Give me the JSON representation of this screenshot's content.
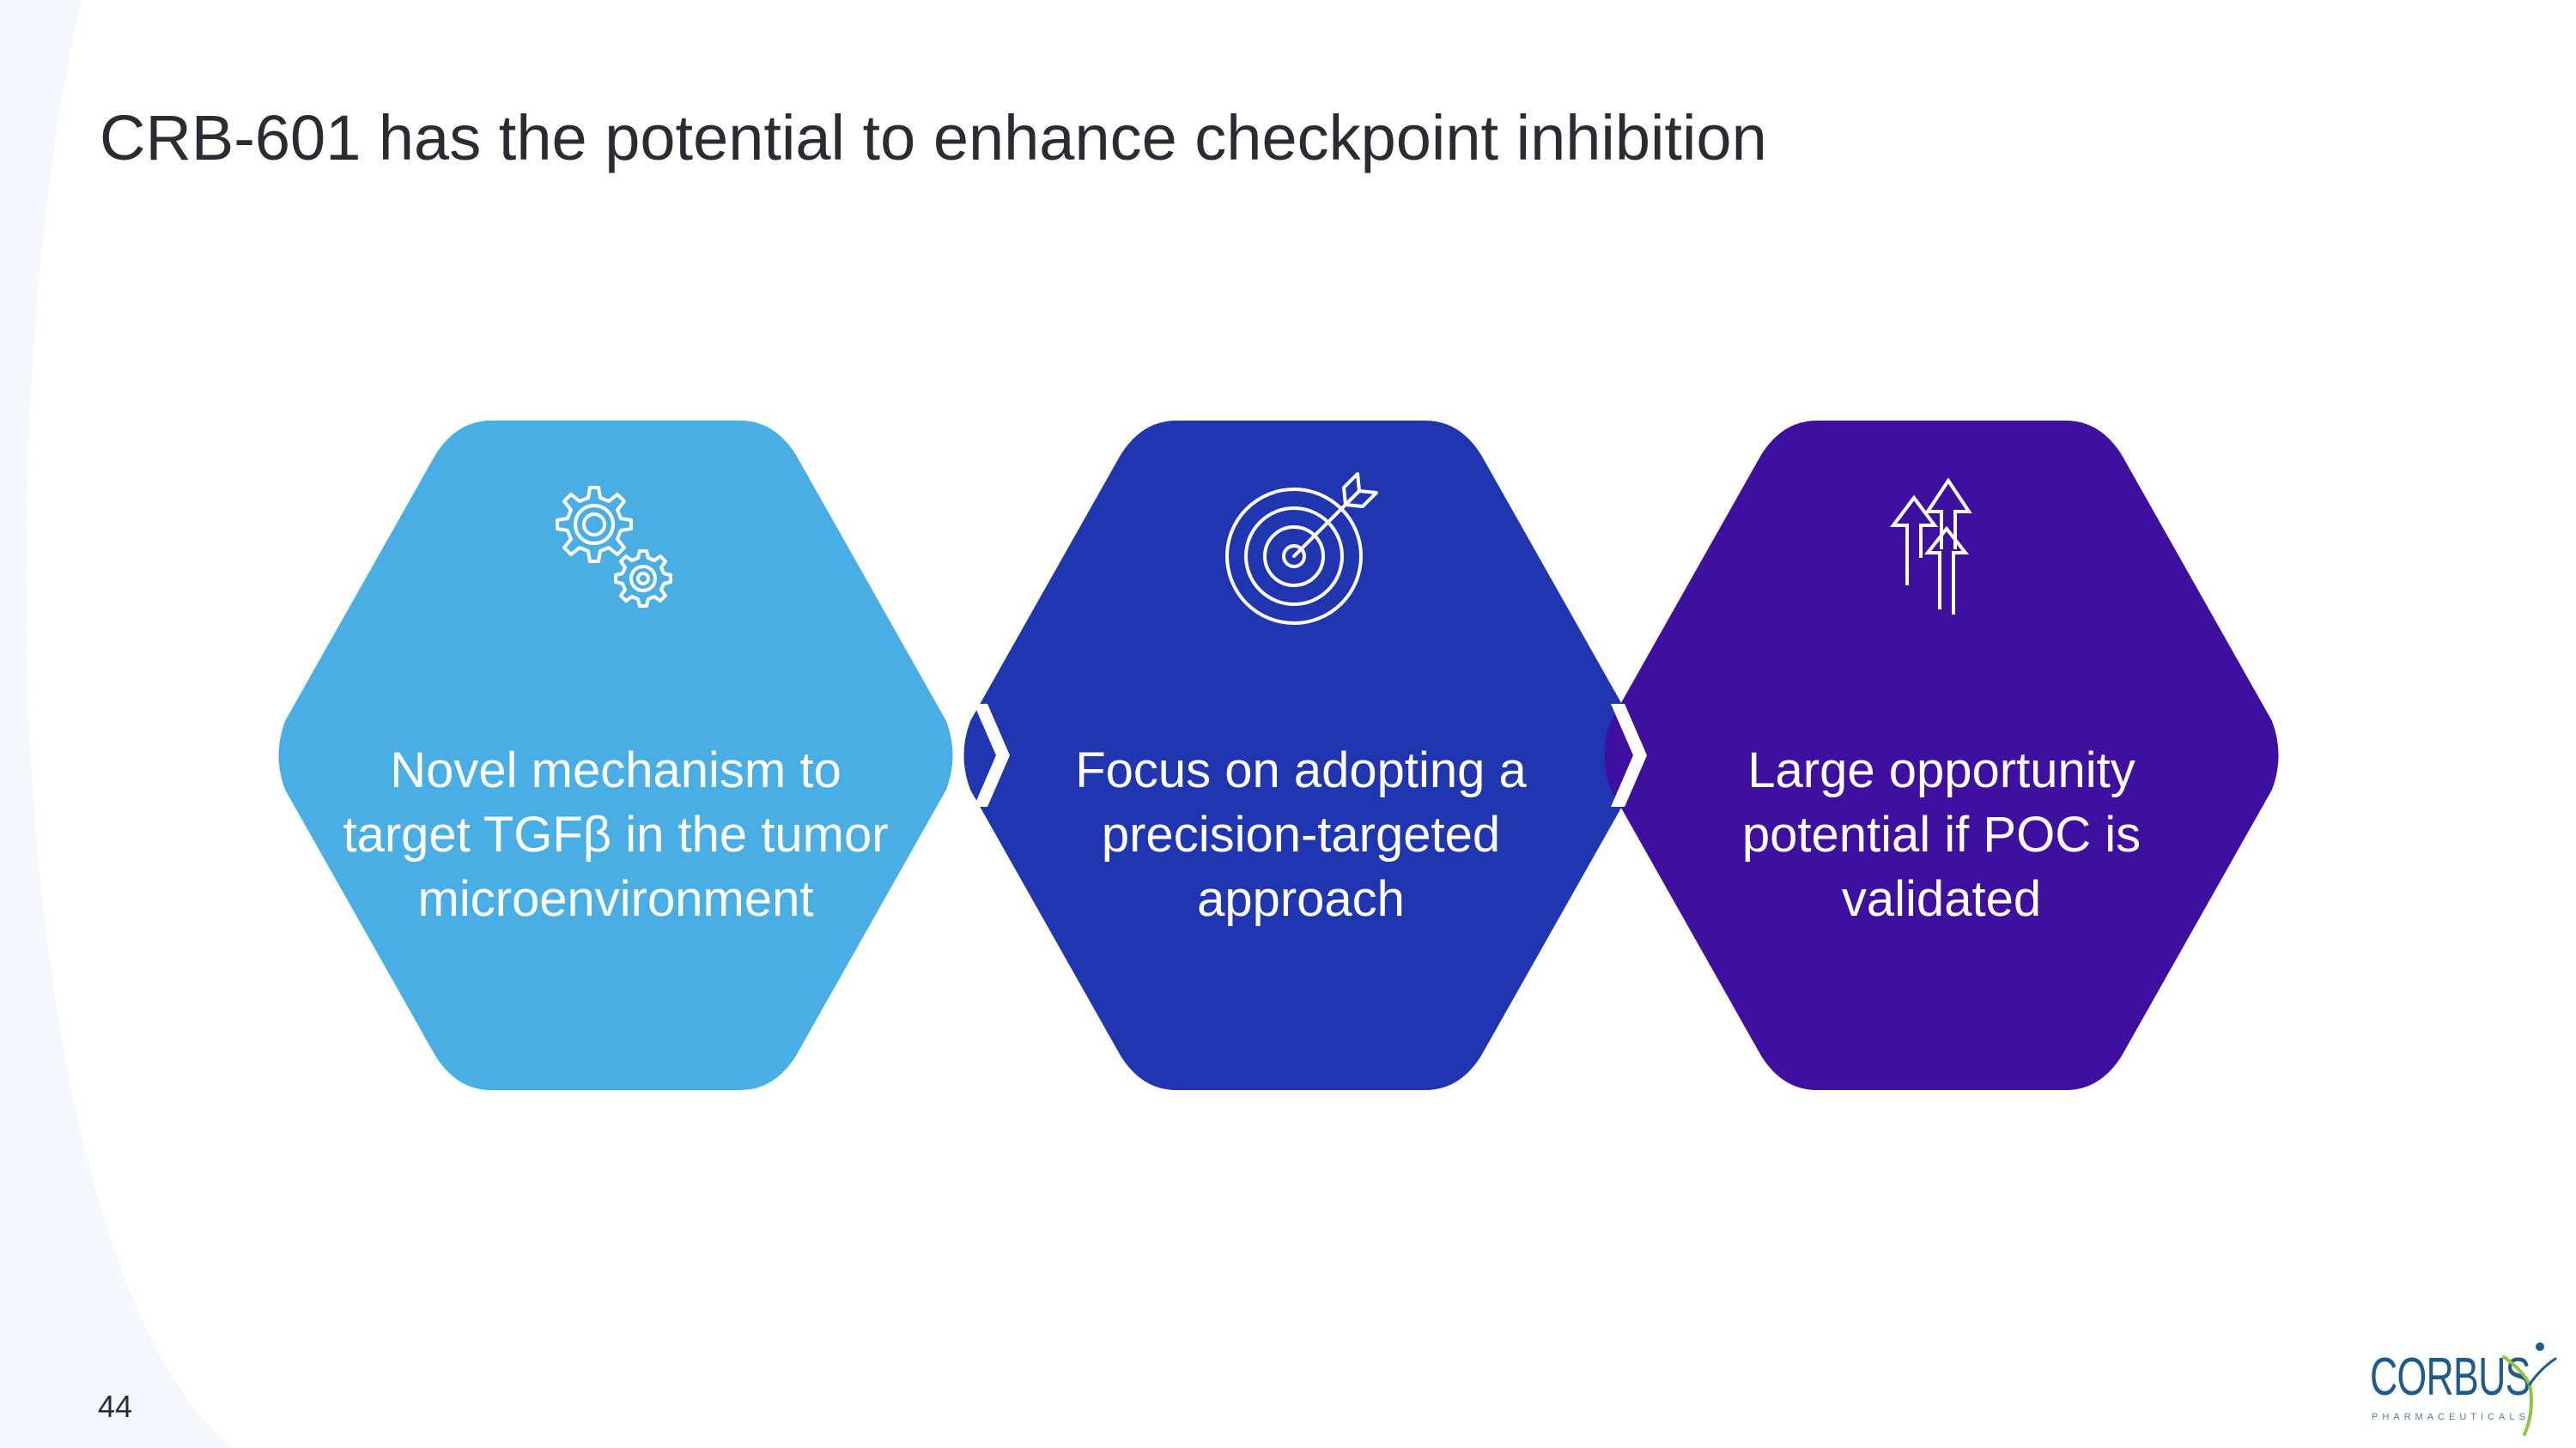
{
  "slide": {
    "title": "CRB-601 has the potential to enhance checkpoint inhibition",
    "page_number": "44"
  },
  "steps": [
    {
      "icon": "gears-icon",
      "color": "#48aee4",
      "lines": [
        "Novel mechanism to",
        "target TGFβ in the tumor",
        "microenvironment"
      ]
    },
    {
      "icon": "target-icon",
      "color": "#2036b0",
      "lines": [
        "Focus on adopting a",
        "precision-targeted",
        "approach"
      ]
    },
    {
      "icon": "arrows-up-icon",
      "color": "#3f0fa0",
      "lines": [
        "Large opportunity",
        "potential if POC is",
        "validated"
      ]
    }
  ],
  "logo": {
    "wordmark": "CORBUS",
    "tagline": "PHARMACEUTICALS",
    "text_color": "#1f5a8c",
    "mark_color": "#8dc63f"
  }
}
